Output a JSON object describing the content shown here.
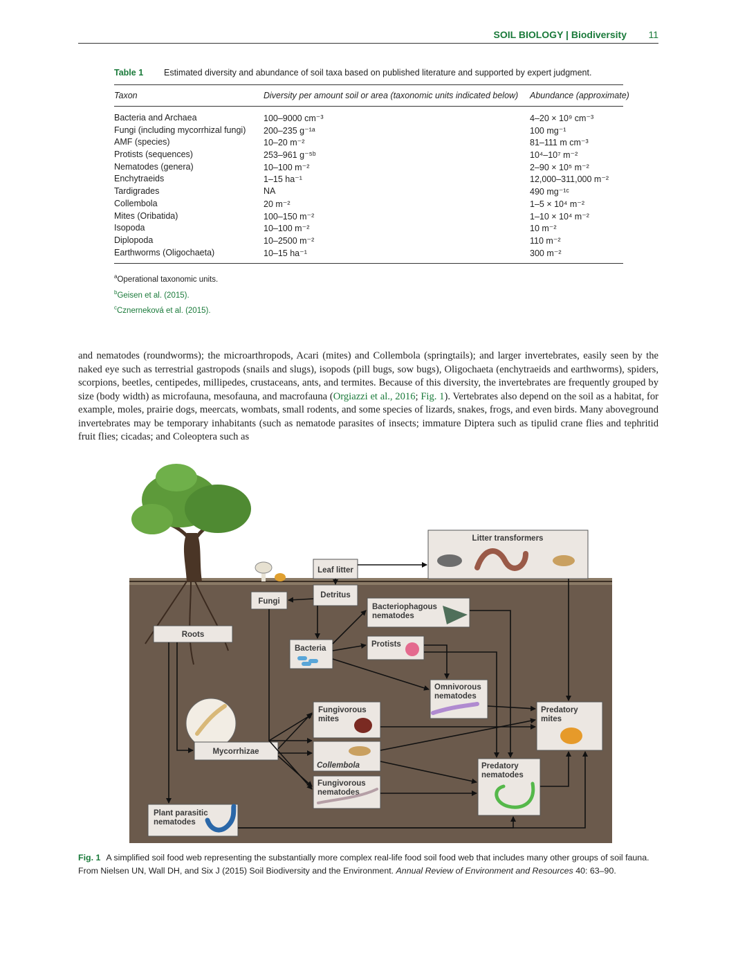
{
  "running_head": {
    "title": "SOIL BIOLOGY | Biodiversity",
    "page": "11"
  },
  "table": {
    "label": "Table 1",
    "caption": "Estimated diversity and abundance of soil taxa based on published literature and supported by expert judgment.",
    "headers": [
      "Taxon",
      "Diversity per amount soil or area (taxonomic units indicated below)",
      "Abundance (approximate)"
    ],
    "rows": [
      {
        "taxon": "Bacteria and Archaea",
        "diversity": "100–9000 cm⁻³",
        "abundance": "4–20 × 10⁹ cm⁻³"
      },
      {
        "taxon": "Fungi (including mycorrhizal fungi)",
        "diversity": "200–235 g⁻¹ᵃ",
        "abundance": "100 mg⁻¹"
      },
      {
        "taxon": "AMF (species)",
        "diversity": "10–20 m⁻²",
        "abundance": "81–111 m cm⁻³"
      },
      {
        "taxon": "Protists (sequences)",
        "diversity": "253–961 g⁻⁵ᵇ",
        "abundance": "10⁴–10⁷ m⁻²"
      },
      {
        "taxon": "Nematodes (genera)",
        "diversity": "10–100 m⁻²",
        "abundance": "2–90 × 10⁵ m⁻²"
      },
      {
        "taxon": "Enchytraeids",
        "diversity": "1–15 ha⁻¹",
        "abundance": "12,000–311,000 m⁻²"
      },
      {
        "taxon": "Tardigrades",
        "diversity": "NA",
        "abundance": "490 mg⁻¹ᶜ"
      },
      {
        "taxon": "Collembola",
        "diversity": "20 m⁻²",
        "abundance": "1–5 × 10⁴ m⁻²"
      },
      {
        "taxon": "Mites (Oribatida)",
        "diversity": "100–150 m⁻²",
        "abundance": "1–10 × 10⁴ m⁻²"
      },
      {
        "taxon": "Isopoda",
        "diversity": "10–100 m⁻²",
        "abundance": "10 m⁻²"
      },
      {
        "taxon": "Diplopoda",
        "diversity": "10–2500 m⁻²",
        "abundance": "110 m⁻²"
      },
      {
        "taxon": "Earthworms (Oligochaeta)",
        "diversity": "10–15 ha⁻¹",
        "abundance": "300 m⁻²"
      }
    ],
    "footnotes": [
      {
        "mark": "a",
        "text": "Operational taxonomic units."
      },
      {
        "mark": "b",
        "text": "Geisen et al. (2015)."
      },
      {
        "mark": "c",
        "text": "Cznerneková et al. (2015)."
      }
    ]
  },
  "body": {
    "p1": "and nematodes (roundworms); the microarthropods, Acari (mites) and Collembola (springtails); and larger invertebrates, easily seen by the naked eye such as terrestrial gastropods (snails and slugs), isopods (pill bugs, sow bugs), Oligochaeta (enchytraeids and earthworms), spiders, scorpions, beetles, centipedes, millipedes, crustaceans, ants, and termites. Because of this diversity, the invertebrates are frequently grouped by size (body width) as microfauna, mesofauna, and macrofauna (",
    "ref1": "Orgiazzi et al., 2016",
    "sep": "; ",
    "ref2": "Fig. 1",
    "p2": "). Vertebrates also depend on the soil as a habitat, for example, moles, prairie dogs, meercats, wombats, small rodents, and some species of lizards, snakes, frogs, and even birds. Many aboveground invertebrates may be temporary inhabitants (such as nematode parasites of insects; immature Diptera such as tipulid crane flies and tephritid fruit flies; cicadas; and Coleoptera such as"
  },
  "figure": {
    "labels": {
      "litter_transformers": "Litter transformers",
      "leaf_litter": "Leaf litter",
      "detritus": "Detritus",
      "fungi": "Fungi",
      "roots": "Roots",
      "bacteriophagous_1": "Bacteriophagous",
      "bacteriophagous_2": "nematodes",
      "bacteria": "Bacteria",
      "protists": "Protists",
      "omnivorous_1": "Omnivorous",
      "omnivorous_2": "nematodes",
      "fungivorous_mites_1": "Fungivorous",
      "fungivorous_mites_2": "mites",
      "predatory_mites_1": "Predatory",
      "predatory_mites_2": "mites",
      "mycorrhizae": "Mycorrhizae",
      "collembola": "Collembola",
      "predatory_nematodes_1": "Predatory",
      "predatory_nematodes_2": "nematodes",
      "fungivorous_nematodes_1": "Fungivorous",
      "fungivorous_nematodes_2": "nematodes",
      "plant_parasitic_1": "Plant parasitic",
      "plant_parasitic_2": "nematodes"
    },
    "colors": {
      "soil": "#6b5a4c",
      "sky": "#ffffff",
      "canopy": "#5d9a3a",
      "box": "#ece7e2",
      "arrow": "#111111"
    }
  },
  "caption": {
    "label": "Fig. 1",
    "text1": "A simplified soil food web representing the substantially more complex real-life food soil food web that includes many other groups of soil fauna. From Nielsen UN, Wall DH, and Six J (2015) Soil Biodiversity and the Environment. ",
    "journal": "Annual Review of Environment and Resources",
    "text2": " 40: 63–90."
  }
}
